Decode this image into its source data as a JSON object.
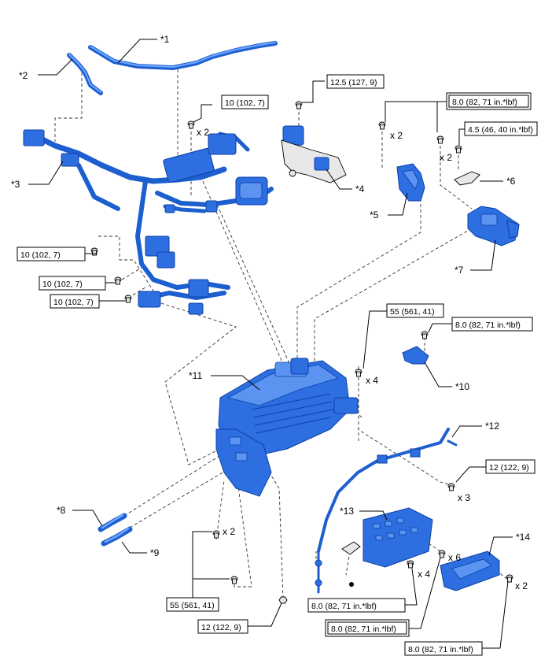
{
  "parts": {
    "p1": "*1",
    "p2": "*2",
    "p3": "*3",
    "p4": "*4",
    "p5": "*5",
    "p6": "*6",
    "p7": "*7",
    "p8": "*8",
    "p9": "*9",
    "p10": "*10",
    "p11": "*11",
    "p12": "*12",
    "p13": "*13",
    "p14": "*14"
  },
  "torques": {
    "t1": "10 (102, 7)",
    "t2": "12.5 (127, 9)",
    "t3": "8.0 (82, 71 in.*lbf)",
    "t4": "4.5 (46, 40 in.*lbf)",
    "t5": "10 (102, 7)",
    "t6": "10 (102, 7)",
    "t7": "10 (102, 7)",
    "t8": "55 (561, 41)",
    "t9": "8.0 (82, 71 in.*lbf)",
    "t10": "12 (122, 9)",
    "t11": "55 (561, 41)",
    "t12": "12 (122, 9)",
    "t13": "8.0 (82, 71 in.*lbf)",
    "t14": "8.0 (82, 71 in.*lbf)",
    "t15": "8.0 (82, 71 in.*lbf)"
  },
  "quantities": {
    "q1": "x 2",
    "q2": "x 2",
    "q3": "x 2",
    "q4": "x 4",
    "q5": "x 3",
    "q6": "x 2",
    "q7": "x 6",
    "q8": "x 4",
    "q9": "x 2"
  }
}
